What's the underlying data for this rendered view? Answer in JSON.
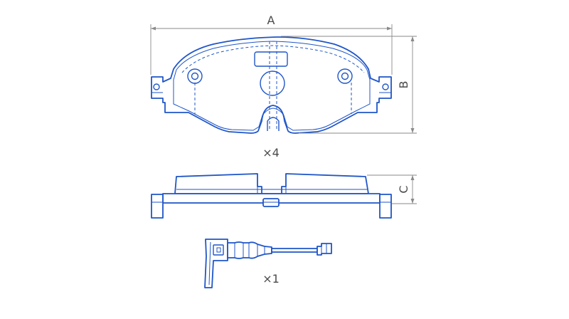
{
  "dimensions": {
    "a": "A",
    "b": "B",
    "c": "C"
  },
  "quantities": {
    "pads": "×4",
    "sensor": "×1"
  },
  "colors": {
    "outline": "#1f56c8",
    "dimension_lines": "#8a8a8a",
    "label_text": "#4a4a4a",
    "background": "#ffffff"
  }
}
